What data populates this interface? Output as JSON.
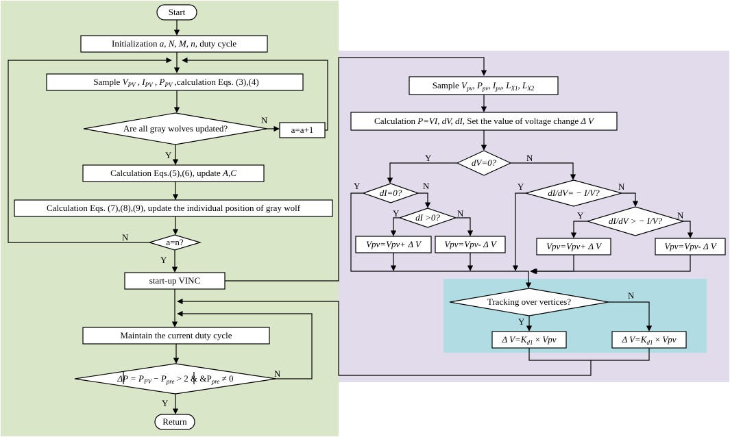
{
  "colors": {
    "left_panel": "#d9e6c7",
    "right_panel": "#e2dbeb",
    "tracking_panel": "#b0dde4",
    "node_fill": "#ffffff",
    "stroke": "#000000"
  },
  "nodes": {
    "start": "Start",
    "init": {
      "pre": "Initialization ",
      "vars": "a, N, M, n,",
      "post": " duty cycle"
    },
    "sample_left": {
      "a": "Sample ",
      "b": "V",
      "c": "PV",
      "d": "  , ",
      "e": "I",
      "f": "PV",
      "g": "  , ",
      "h": "P",
      "i": "PV",
      "j": " ,calculation Eqs. (3),(4)"
    },
    "gray_wolves": "Are all gray wolves updated?",
    "a_inc": "a=a+1",
    "calc56": {
      "pre": "Calculation Eqs.(5),(6), update ",
      "vars": "A,C"
    },
    "calc789": "Calculation Eqs. (7),(8),(9), update the individual position of gray wolf",
    "a_eq_n": "a=n?",
    "startup": "start-up VINC",
    "maintain": "Maintain the current duty cycle",
    "delta_p": {
      "a": "ΔP = ",
      "b": "P",
      "c": "PV",
      "d": " − ",
      "e": "P",
      "f": "pre",
      "g": " > 2 & &P",
      "h": "pre",
      "i": " ≠ 0"
    },
    "return": "Return",
    "sample_right": {
      "a": "Sample  ",
      "b": "V",
      "c": "pv",
      "d": ", ",
      "e": "P",
      "f": "pv",
      "g": ", ",
      "h": "I",
      "i": "pv",
      "j": ", ",
      "k": "L",
      "l": "X1",
      "m": ", ",
      "n": "L",
      "o": "X2"
    },
    "calc_p": {
      "a": "Calculation ",
      "b": "P=VI, dV, dI,",
      "c": " Set the value of voltage change ",
      "d": "Δ V"
    },
    "dv0": "dV=0?",
    "di0": "dI=0?",
    "di_gt0": "dI >0?",
    "didv_eq": "dI/dV= − I/V?",
    "didv_gt": "dI/dV > − I/V?",
    "vpv_plus_1": {
      "a": "Vpv=Vpv",
      "b": "+ Δ V"
    },
    "vpv_minus_1": {
      "a": "Vpv=Vpv",
      "b": "- Δ V"
    },
    "vpv_plus_2": {
      "a": "Vpv=Vpv",
      "b": "+ Δ V"
    },
    "vpv_minus_2": {
      "a": "Vpv=Vpv",
      "b": "- Δ V"
    },
    "tracking": "Tracking over vertices?",
    "dv_k1": {
      "a": "Δ V=K",
      "b": "d1",
      "c": " × ",
      "d": "Vpv"
    },
    "dv_k2": {
      "a": "Δ V=K",
      "b": "d1",
      "c": " × ",
      "d": "Vpv"
    }
  },
  "labels": {
    "y": "Y",
    "n": "N"
  }
}
